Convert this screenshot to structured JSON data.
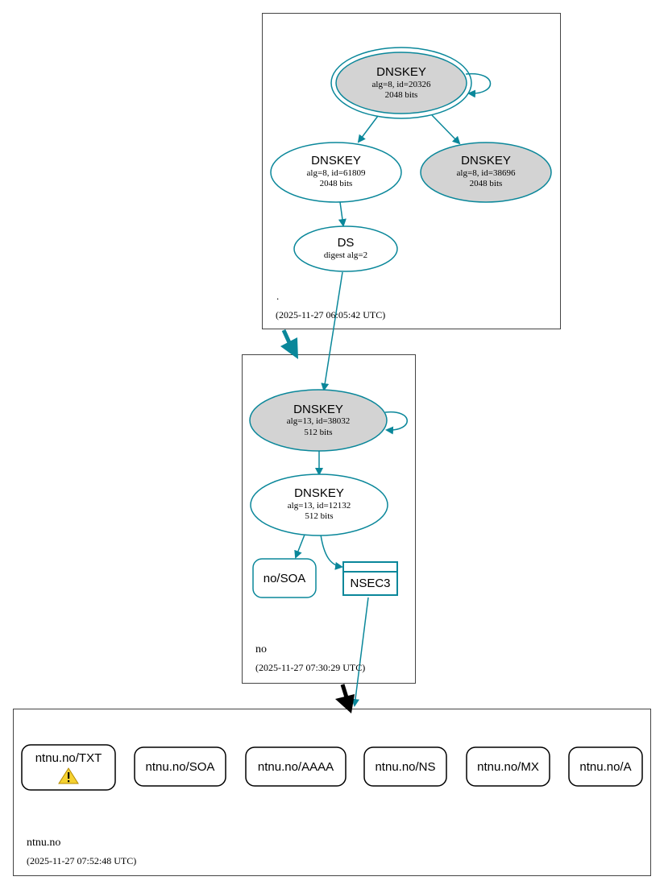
{
  "colors": {
    "edge": "#0a879a",
    "fill_gray": "#d3d3d3",
    "border": "#444444",
    "warning_fill": "#f5d130",
    "delegation_black": "#000000"
  },
  "zones": {
    "root": {
      "name": ".",
      "timestamp": "(2025-11-27 06:05:42 UTC)"
    },
    "no": {
      "name": "no",
      "timestamp": "(2025-11-27 07:30:29 UTC)"
    },
    "ntnu": {
      "name": "ntnu.no",
      "timestamp": "(2025-11-27 07:52:48 UTC)"
    }
  },
  "nodes": {
    "root_ksk": {
      "title": "DNSKEY",
      "l1": "alg=8, id=20326",
      "l2": "2048 bits"
    },
    "root_zsk": {
      "title": "DNSKEY",
      "l1": "alg=8, id=61809",
      "l2": "2048 bits"
    },
    "root_key3": {
      "title": "DNSKEY",
      "l1": "alg=8, id=38696",
      "l2": "2048 bits"
    },
    "root_ds": {
      "title": "DS",
      "l1": "digest alg=2"
    },
    "no_ksk": {
      "title": "DNSKEY",
      "l1": "alg=13, id=38032",
      "l2": "512 bits"
    },
    "no_zsk": {
      "title": "DNSKEY",
      "l1": "alg=13, id=12132",
      "l2": "512 bits"
    },
    "no_soa": {
      "label": "no/SOA"
    },
    "no_nsec3": {
      "label": "NSEC3"
    }
  },
  "records": [
    {
      "label": "ntnu.no/TXT",
      "warning": true
    },
    {
      "label": "ntnu.no/SOA",
      "warning": false
    },
    {
      "label": "ntnu.no/AAAA",
      "warning": false
    },
    {
      "label": "ntnu.no/NS",
      "warning": false
    },
    {
      "label": "ntnu.no/MX",
      "warning": false
    },
    {
      "label": "ntnu.no/A",
      "warning": false
    }
  ]
}
